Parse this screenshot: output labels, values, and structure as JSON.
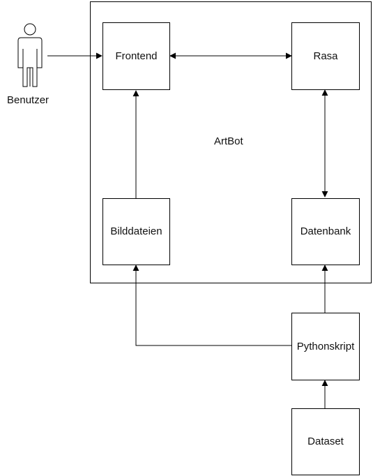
{
  "diagram": {
    "container_label": "ArtBot",
    "actor": {
      "label": "Benutzer",
      "icon": "person-icon"
    },
    "nodes": {
      "frontend": "Frontend",
      "rasa": "Rasa",
      "bilddateien": "Bilddateien",
      "datenbank": "Datenbank",
      "pythonskript": "Pythonskript",
      "dataset": "Dataset"
    },
    "edges": [
      {
        "from": "Benutzer",
        "to": "Frontend",
        "direction": "forward"
      },
      {
        "from": "Frontend",
        "to": "Rasa",
        "direction": "both"
      },
      {
        "from": "Rasa",
        "to": "Datenbank",
        "direction": "both"
      },
      {
        "from": "Bilddateien",
        "to": "Frontend",
        "direction": "forward"
      },
      {
        "from": "Pythonskript",
        "to": "Datenbank",
        "direction": "forward"
      },
      {
        "from": "Pythonskript",
        "to": "Bilddateien",
        "direction": "forward"
      },
      {
        "from": "Dataset",
        "to": "Pythonskript",
        "direction": "forward"
      }
    ]
  }
}
